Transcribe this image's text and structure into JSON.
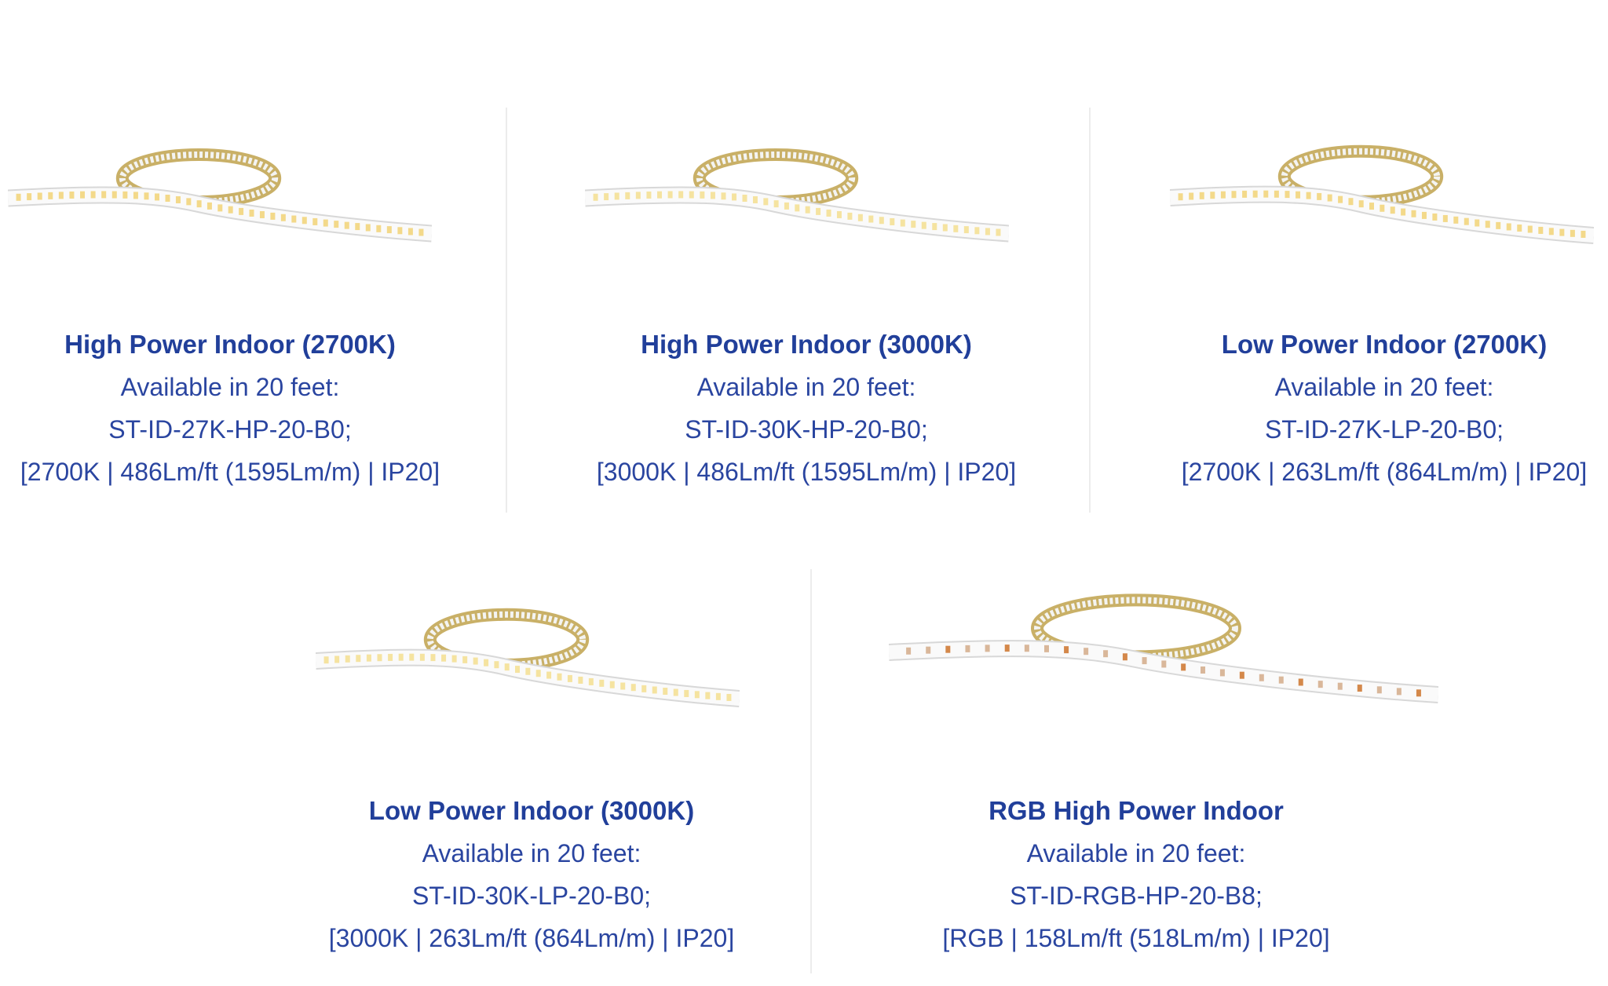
{
  "products": [
    {
      "title": "High Power Indoor (2700K)",
      "availability": "Available in 20 feet:",
      "sku": "ST-ID-27K-HP-20-B0;",
      "specs": "[2700K | 486Lm/ft (1595Lm/m) | IP20]",
      "led_color": "#f3d98a"
    },
    {
      "title": "High Power Indoor (3000K)",
      "availability": "Available in 20 feet:",
      "sku": "ST-ID-30K-HP-20-B0;",
      "specs": "[3000K | 486Lm/ft (1595Lm/m) | IP20]",
      "led_color": "#f5e3a0"
    },
    {
      "title": "Low Power Indoor (2700K)",
      "availability": "Available in 20 feet:",
      "sku": "ST-ID-27K-LP-20-B0;",
      "specs": "[2700K | 263Lm/ft (864Lm/m) | IP20]",
      "led_color": "#f3d98a"
    },
    {
      "title": "Low Power Indoor (3000K)",
      "availability": "Available in 20 feet:",
      "sku": "ST-ID-30K-LP-20-B0;",
      "specs": "[3000K | 263Lm/ft (864Lm/m) | IP20]",
      "led_color": "#f5e3a0"
    },
    {
      "title": "RGB High Power Indoor",
      "availability": "Available in 20 feet:",
      "sku": "ST-ID-RGB-HP-20-B8;",
      "specs": "[RGB | 158Lm/ft (518Lm/m) | IP20]",
      "led_color": "#d9b79a"
    }
  ],
  "colors": {
    "title": "#213f9a",
    "text": "#2a45a0",
    "tape_backing": "#c9b067"
  }
}
